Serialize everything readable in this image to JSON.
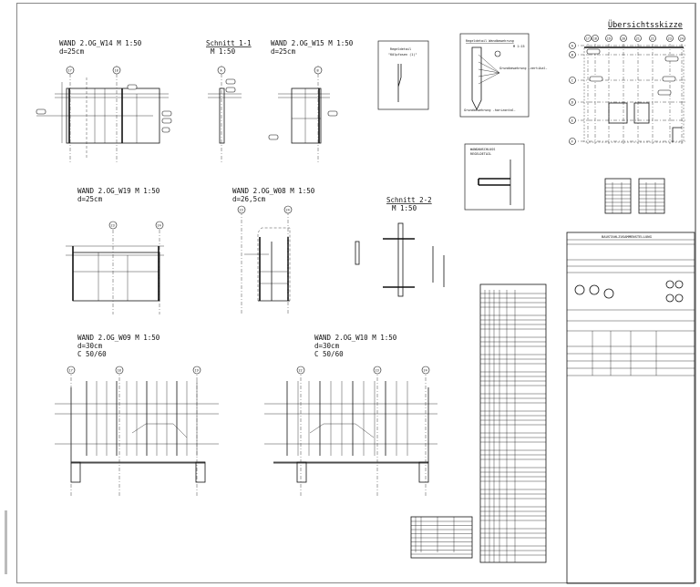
{
  "drawings": {
    "w14": {
      "title": "WAND 2.OG_W14 M 1:50",
      "thickness": "d=25cm",
      "axes": [
        "17",
        "18"
      ]
    },
    "schnitt11": {
      "title": "Schnitt 1-1",
      "scale": "M 1:50",
      "axis": "A"
    },
    "w15": {
      "title": "WAND 2.OG_W15 M 1:50",
      "thickness": "d=25cm",
      "axis": "B"
    },
    "w19": {
      "title": "WAND 2.OG_W19 M 1:50",
      "thickness": "d=25cm",
      "axes": [
        "23",
        "24"
      ]
    },
    "w08": {
      "title": "WAND 2.OG_W08 M 1:50",
      "thickness": "d=26,5cm",
      "axes": [
        "23",
        "24"
      ]
    },
    "schnitt22": {
      "title": "Schnitt 2-2",
      "scale": "M 1:50"
    },
    "w09": {
      "title": "WAND 2.OG_W09 M 1:50",
      "thickness": "d=30cm",
      "concrete": "C 50/60",
      "axes": [
        "17",
        "18",
        "19"
      ]
    },
    "w10": {
      "title": "WAND 2.OG_W10 M 1:50",
      "thickness": "d=30cm",
      "concrete": "C 50/60",
      "axes": [
        "22",
        "23",
        "24"
      ]
    }
  },
  "details": {
    "regeldetail": {
      "title": "Regeldetail",
      "subtitle": "\"Kölpfosen (1)\""
    },
    "wandbewehrung": {
      "title": "Regeldetail  Wandbewehrung",
      "scale": "M 1:15",
      "label_vertical": "Grundbewehrung -vertikal-",
      "label_horizontal": "Grundbewehrung -horizontal-"
    },
    "wandanschluss": {
      "title": "WANDANSCHLUSS",
      "subtitle": "REGELDETAIL"
    }
  },
  "overview": {
    "title": "Übersichtsskizze",
    "col_axes": [
      "17",
      "18",
      "19",
      "20",
      "21",
      "22",
      "23",
      "24"
    ],
    "row_axes": [
      "A",
      "B",
      "C",
      "D",
      "E",
      "F"
    ]
  },
  "title_block": {
    "header": "BAUSTAHLZUSAMMENSTELLUNG"
  }
}
